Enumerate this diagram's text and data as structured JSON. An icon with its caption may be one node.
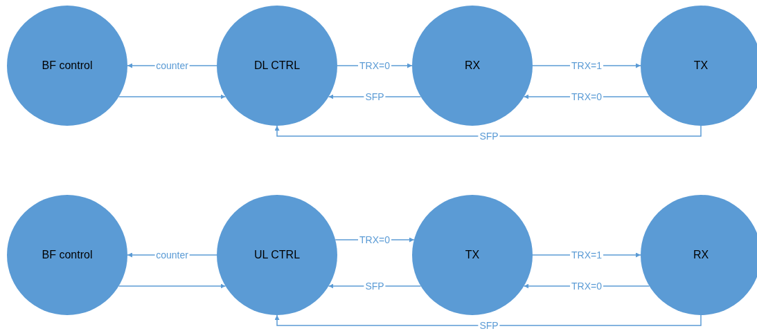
{
  "diagram": {
    "nodes": [
      {
        "text": [
          "BF control"
        ]
      },
      {
        "text": [
          "DL CTRL"
        ]
      },
      {
        "text": [
          "RX"
        ]
      },
      {
        "text": [
          "TX"
        ]
      },
      {
        "text": [
          "BF control"
        ]
      },
      {
        "text": [
          "UL CTRL"
        ]
      },
      {
        "text": [
          "TX"
        ]
      },
      {
        "text": [
          "RX"
        ]
      }
    ],
    "edges": [
      {
        "from": 1,
        "to": 0,
        "arrow": "to",
        "label": "counter"
      },
      {
        "from": 0,
        "to": 1,
        "arrow": "to"
      },
      {
        "from": 1,
        "to": 2,
        "arrow": "to",
        "label": "TRX=0"
      },
      {
        "from": 2,
        "to": 3,
        "arrow": "to",
        "label": "TRX=1"
      },
      {
        "from": 2,
        "to": 1,
        "arrow": "to",
        "label": "SFP"
      },
      {
        "from": 3,
        "to": 2,
        "arrow": "to",
        "label": "TRX=0"
      },
      {
        "from": 3,
        "to": 1,
        "arrow": "to",
        "label": "SFP"
      },
      {
        "from": 5,
        "to": 4,
        "arrow": "to",
        "label": "counter"
      },
      {
        "from": 4,
        "to": 5,
        "arrow": "to"
      },
      {
        "from": 5,
        "to": 6,
        "arrow": "to",
        "label": "TRX=0"
      },
      {
        "from": 6,
        "to": 7,
        "arrow": "to",
        "label": "TRX=1"
      },
      {
        "from": 6,
        "to": 5,
        "arrow": "to",
        "label": "SFP"
      },
      {
        "from": 7,
        "to": 6,
        "arrow": "to",
        "label": "TRX=0"
      },
      {
        "from": 7,
        "to": 5,
        "arrow": "to",
        "label": "SFP"
      }
    ]
  }
}
